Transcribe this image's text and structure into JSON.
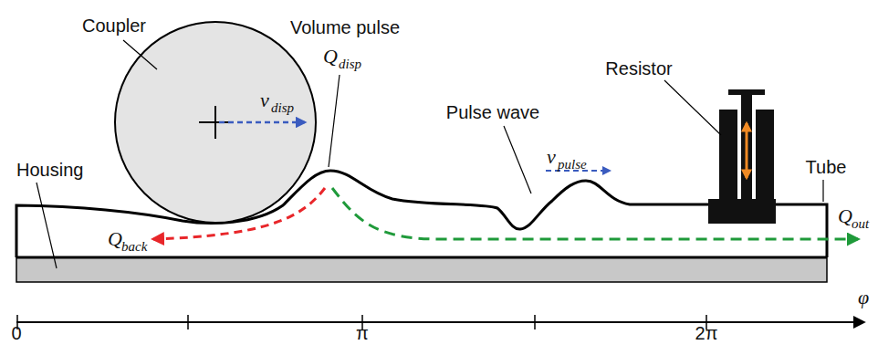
{
  "diagram": {
    "labels": [
      "Coupler",
      "Volume pulse",
      "Q",
      "disp",
      "Pulse wave",
      "v",
      "pulse",
      "Resistor",
      "v",
      "disp",
      "Tube",
      "Housing",
      "Q",
      "out",
      "Q",
      "back",
      "φ",
      "0",
      "π",
      "2π"
    ]
  }
}
